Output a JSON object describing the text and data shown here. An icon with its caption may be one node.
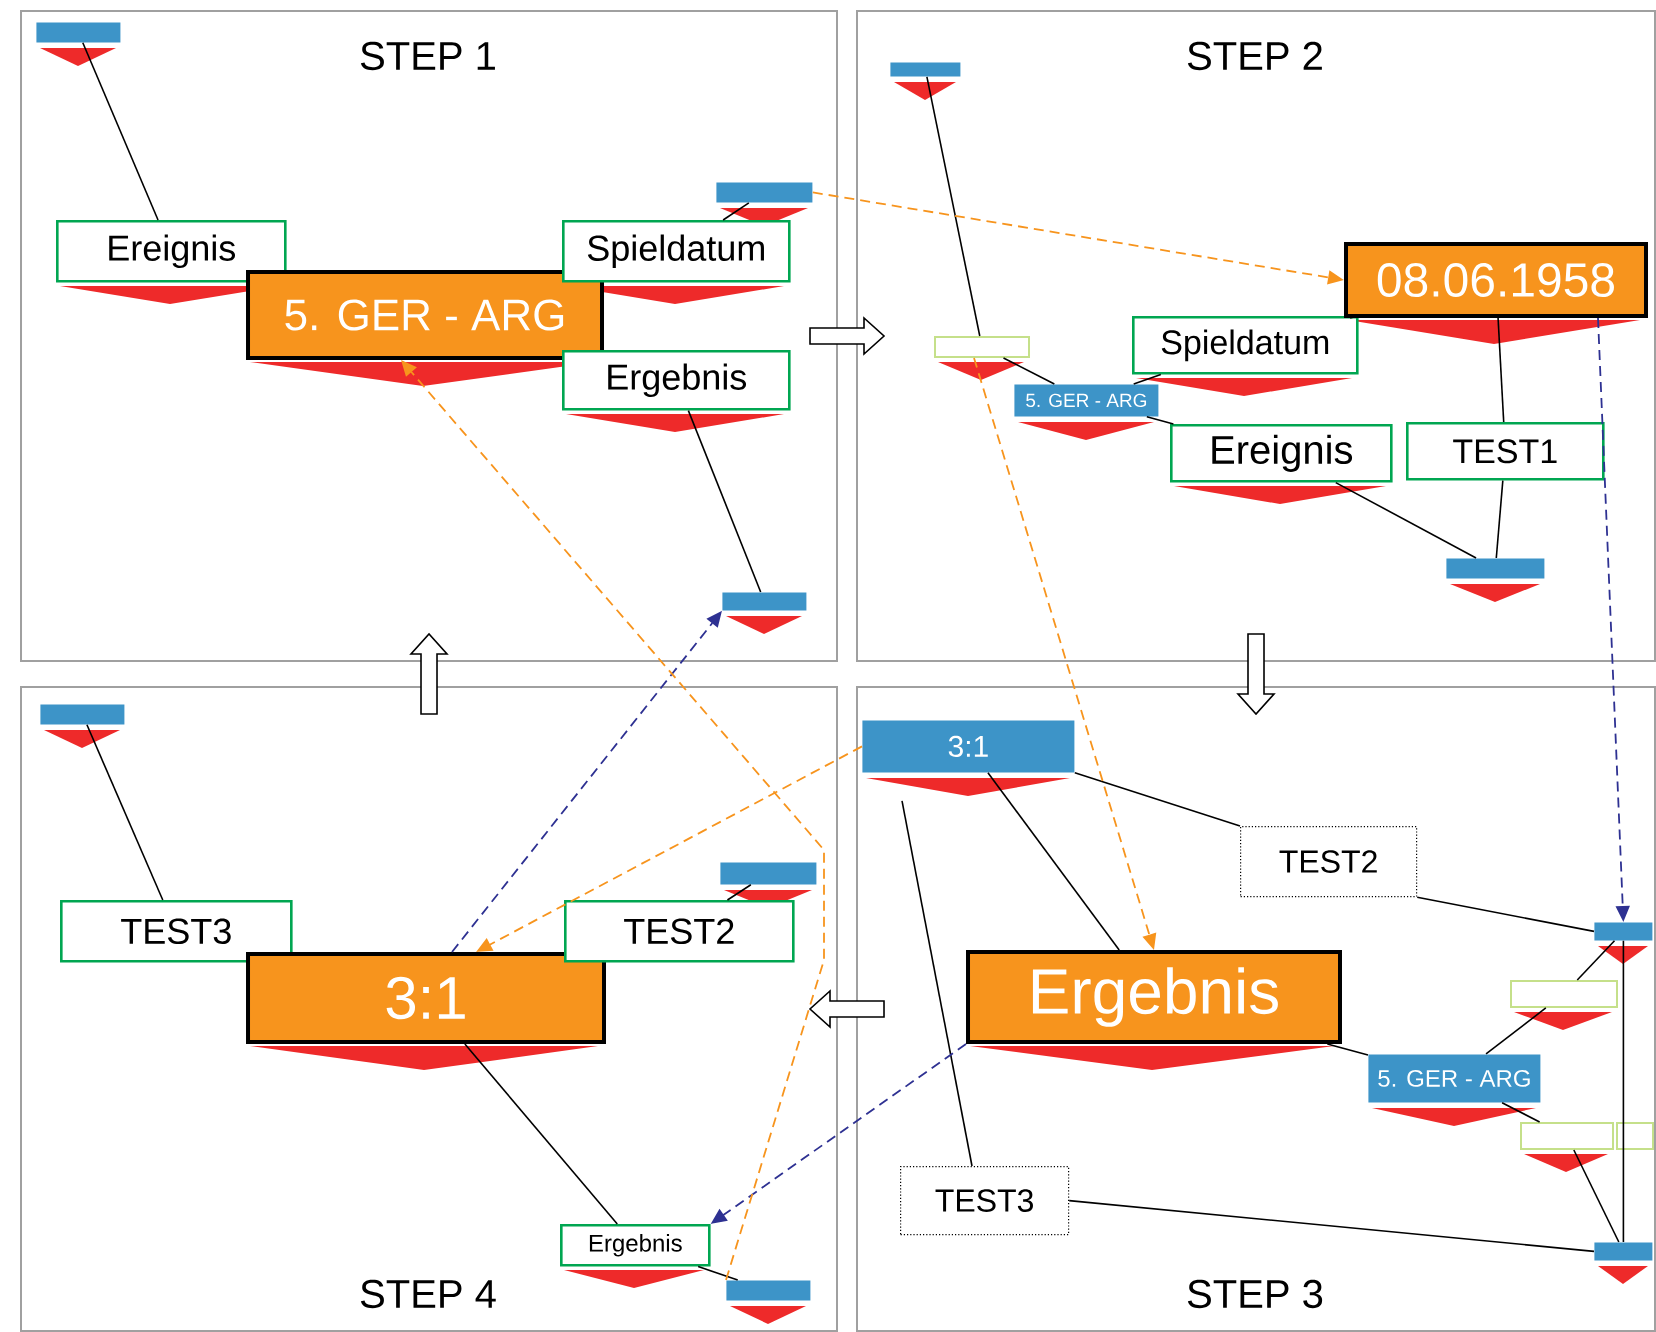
{
  "diagram": {
    "nodes": [
      {
        "text": [
          "STEP 1"
        ]
      },
      {
        "text": [],
        "shape": "box",
        "in": 0
      },
      {
        "text": [
          "Ereignis"
        ],
        "in": 0
      },
      {
        "text": [
          "5. GER - ARG"
        ],
        "in": 0
      },
      {
        "text": [
          "Spieldatum"
        ],
        "in": 0
      },
      {
        "text": [],
        "shape": "box",
        "in": 0
      },
      {
        "text": [
          "Ergebnis"
        ],
        "in": 0
      },
      {
        "text": [],
        "shape": "box",
        "in": 0
      },
      {
        "text": [
          "STEP 2"
        ]
      },
      {
        "text": [],
        "shape": "box",
        "in": 8
      },
      {
        "text": [],
        "shape": "box",
        "in": 8
      },
      {
        "text": [
          "5. GER - ARG"
        ],
        "in": 8
      },
      {
        "text": [
          "Spieldatum"
        ],
        "in": 8
      },
      {
        "text": [
          "08.06.1958"
        ],
        "in": 8
      },
      {
        "text": [
          "Ereignis"
        ],
        "in": 8
      },
      {
        "text": [
          "TEST1"
        ],
        "in": 8
      },
      {
        "text": [],
        "shape": "box",
        "in": 8
      },
      {
        "text": [
          "STEP 3"
        ]
      },
      {
        "text": [
          "3:1"
        ],
        "in": 17
      },
      {
        "text": [
          "Ergebnis"
        ],
        "in": 17
      },
      {
        "text": [
          "5. GER - ARG"
        ],
        "in": 17
      },
      {
        "text": [
          "TEST2"
        ],
        "in": 17
      },
      {
        "text": [
          "TEST3"
        ],
        "in": 17
      },
      {
        "text": [],
        "shape": "box",
        "in": 17
      },
      {
        "text": [],
        "shape": "box",
        "in": 17
      },
      {
        "text": [],
        "shape": "box",
        "in": 17
      },
      {
        "text": [],
        "shape": "box",
        "in": 17
      },
      {
        "text": [],
        "shape": "box",
        "in": 17
      },
      {
        "text": [
          "STEP 4"
        ]
      },
      {
        "text": [],
        "shape": "box",
        "in": 28
      },
      {
        "text": [
          "TEST3"
        ],
        "in": 28
      },
      {
        "text": [
          "3:1"
        ],
        "in": 28
      },
      {
        "text": [
          "TEST2"
        ],
        "in": 28
      },
      {
        "text": [],
        "shape": "box",
        "in": 28
      },
      {
        "text": [
          "Ergebnis"
        ],
        "in": 28
      },
      {
        "text": [],
        "shape": "box",
        "in": 28
      }
    ],
    "edges": [
      {
        "from": 1,
        "to": 2,
        "arrow": "none"
      },
      {
        "from": 5,
        "to": 4,
        "arrow": "none"
      },
      {
        "from": 6,
        "to": 7,
        "arrow": "none"
      },
      {
        "from": 9,
        "to": 10,
        "arrow": "none"
      },
      {
        "from": 10,
        "to": 11,
        "arrow": "none"
      },
      {
        "from": 11,
        "to": 12,
        "arrow": "none"
      },
      {
        "from": 11,
        "to": 14,
        "arrow": "none"
      },
      {
        "from": 14,
        "to": 16,
        "arrow": "none"
      },
      {
        "from": 12,
        "to": 13,
        "arrow": "none"
      },
      {
        "from": 13,
        "to": 15,
        "arrow": "none"
      },
      {
        "from": 15,
        "to": 16,
        "arrow": "none"
      },
      {
        "from": 18,
        "to": 19,
        "arrow": "none"
      },
      {
        "from": 19,
        "to": 20,
        "arrow": "none"
      },
      {
        "from": 20,
        "to": 24,
        "arrow": "none"
      },
      {
        "from": 24,
        "to": 23,
        "arrow": "none"
      },
      {
        "from": 20,
        "to": 25,
        "arrow": "none"
      },
      {
        "from": 25,
        "to": 27,
        "arrow": "none"
      },
      {
        "from": 23,
        "to": 27,
        "arrow": "none"
      },
      {
        "from": 18,
        "to": 21,
        "arrow": "none"
      },
      {
        "from": 21,
        "to": 23,
        "arrow": "none"
      },
      {
        "from": 18,
        "to": 22,
        "arrow": "none"
      },
      {
        "from": 22,
        "to": 27,
        "arrow": "none"
      },
      {
        "from": 29,
        "to": 30,
        "arrow": "none"
      },
      {
        "from": 33,
        "to": 32,
        "arrow": "none"
      },
      {
        "from": 31,
        "to": 34,
        "arrow": "none"
      },
      {
        "from": 34,
        "to": 35,
        "arrow": "none"
      },
      {
        "from": 5,
        "to": 13,
        "arrow": "to",
        "style": "dashed",
        "color": "#f7941d"
      },
      {
        "from": 13,
        "to": 23,
        "arrow": "to",
        "style": "dashed",
        "color": "#2e3192"
      },
      {
        "from": 10,
        "to": 19,
        "arrow": "to",
        "style": "dashed",
        "color": "#f7941d"
      },
      {
        "from": 18,
        "to": 31,
        "arrow": "to",
        "style": "dashed",
        "color": "#f7941d"
      },
      {
        "from": 31,
        "to": 7,
        "arrow": "to",
        "style": "dashed",
        "color": "#2e3192"
      },
      {
        "from": 19,
        "to": 34,
        "arrow": "to",
        "style": "dashed",
        "color": "#2e3192"
      },
      {
        "from": 35,
        "to": 3,
        "arrow": "to",
        "style": "dashed",
        "color": "#f7941d"
      },
      {
        "from": 0,
        "to": 8,
        "arrow": "to"
      },
      {
        "from": 8,
        "to": 17,
        "arrow": "to"
      },
      {
        "from": 17,
        "to": 28,
        "arrow": "to"
      },
      {
        "from": 28,
        "to": 0,
        "arrow": "to"
      }
    ]
  }
}
